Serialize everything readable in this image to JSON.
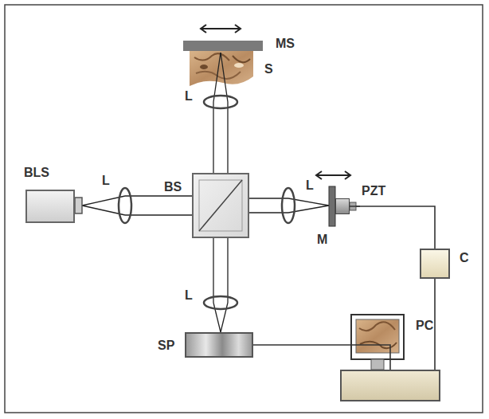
{
  "diagram": {
    "nodes": [
      {
        "text": [
          "BLS"
        ]
      },
      {
        "text": [
          "PZT"
        ]
      },
      {
        "text": [
          "C"
        ]
      },
      {
        "text": [
          "SP"
        ]
      },
      {
        "text": [
          "PC"
        ]
      }
    ],
    "edges": [
      {
        "from": 1,
        "to": 2,
        "arrow": "none"
      },
      {
        "from": 2,
        "to": 4,
        "arrow": "none"
      },
      {
        "from": 3,
        "to": 4,
        "arrow": "none"
      }
    ],
    "labels": [
      "MS",
      "S",
      "L",
      "BS",
      "L",
      "L",
      "L",
      "M"
    ]
  }
}
